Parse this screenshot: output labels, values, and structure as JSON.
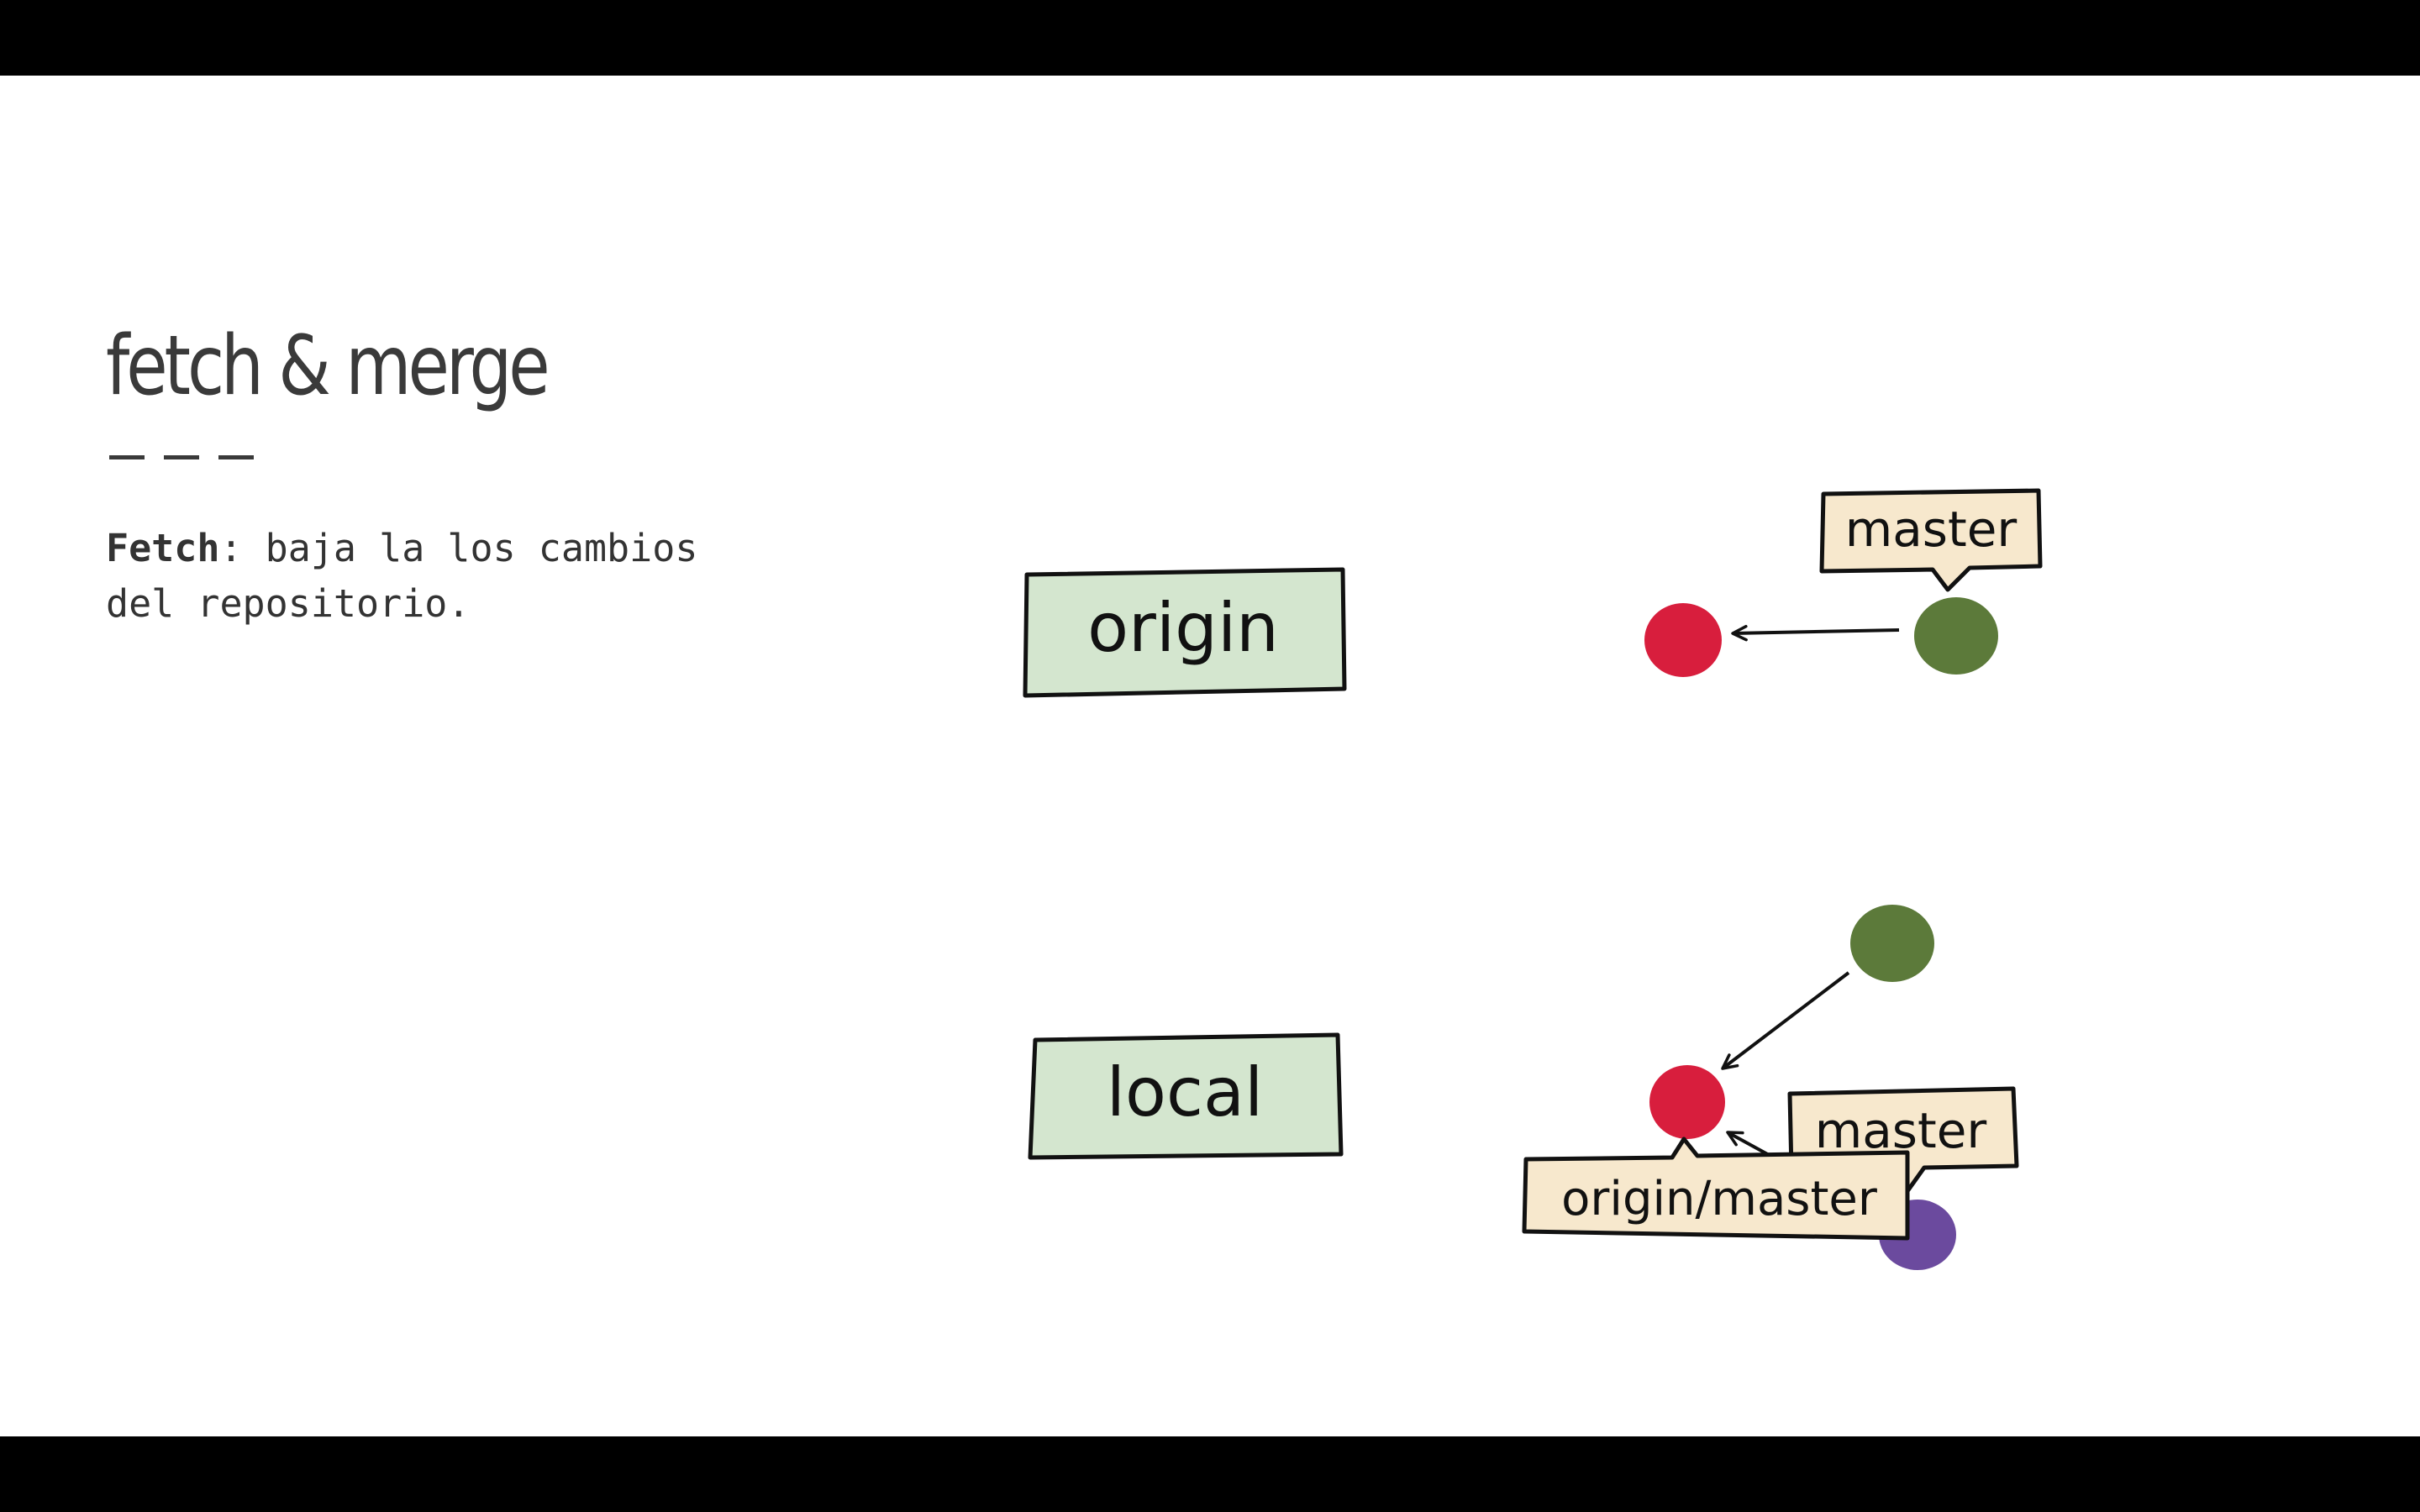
{
  "slide": {
    "title": "fetch & merge",
    "body": {
      "term": "Fetch",
      "line1_rest": ": baja la los cambios",
      "line2": "del repositorio."
    }
  },
  "diagram": {
    "origin_label": "origin",
    "local_label": "local",
    "origin_branch_tag": "master",
    "local_branch_tag": "master",
    "remote_tracking_tag": "origin/master",
    "colors": {
      "box_fill": "#d4e6cf",
      "tag_fill": "#f7e8cd",
      "commit_red": "#d81e3d",
      "commit_green": "#5c7a3a",
      "commit_purple": "#6b4a9e"
    }
  }
}
